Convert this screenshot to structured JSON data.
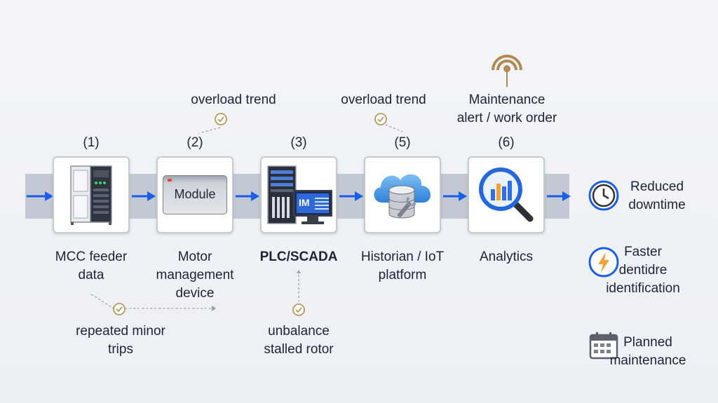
{
  "steps": [
    {
      "num": "(1)",
      "label_lines": [
        "MCC feeder",
        "data"
      ],
      "icon": "cabinet-icon"
    },
    {
      "num": "(2)",
      "label_lines": [
        "Motor",
        "management",
        "device"
      ],
      "icon": "module-icon",
      "module_text": "Module"
    },
    {
      "num": "(3)",
      "label_lines": [
        "PLC/SCADA"
      ],
      "icon": "server-monitor-icon",
      "screen_text": "IM"
    },
    {
      "num": "(5)",
      "label_lines": [
        "Historian / IoT",
        "platform"
      ],
      "icon": "cloud-database-icon"
    },
    {
      "num": "(6)",
      "label_lines": [
        "Analytics"
      ],
      "icon": "magnifier-chart-icon"
    }
  ],
  "annotations": {
    "overload_1": "overload trend",
    "overload_2": "overload trend",
    "maintenance_lines": [
      "Maintenance",
      "alert / work order"
    ],
    "minor_trips_lines": [
      "repeated minor",
      "trips"
    ],
    "unbalance_lines": [
      "unbalance",
      "stalled rotor"
    ]
  },
  "outcomes": [
    {
      "lines": [
        "Reduced",
        "downtime"
      ],
      "icon": "clock-icon"
    },
    {
      "lines": [
        "Faster",
        "dentidre",
        "identification"
      ],
      "icon": "lightning-icon"
    },
    {
      "lines": [
        "Planned",
        "maintenance"
      ],
      "icon": "calendar-icon"
    }
  ],
  "colors": {
    "arrow": "#1a5fe6",
    "band": "#c3c9d4",
    "check": "#b59a5c",
    "broadcast": "#b08a55",
    "outcome_ring": "#1a5fe6"
  }
}
